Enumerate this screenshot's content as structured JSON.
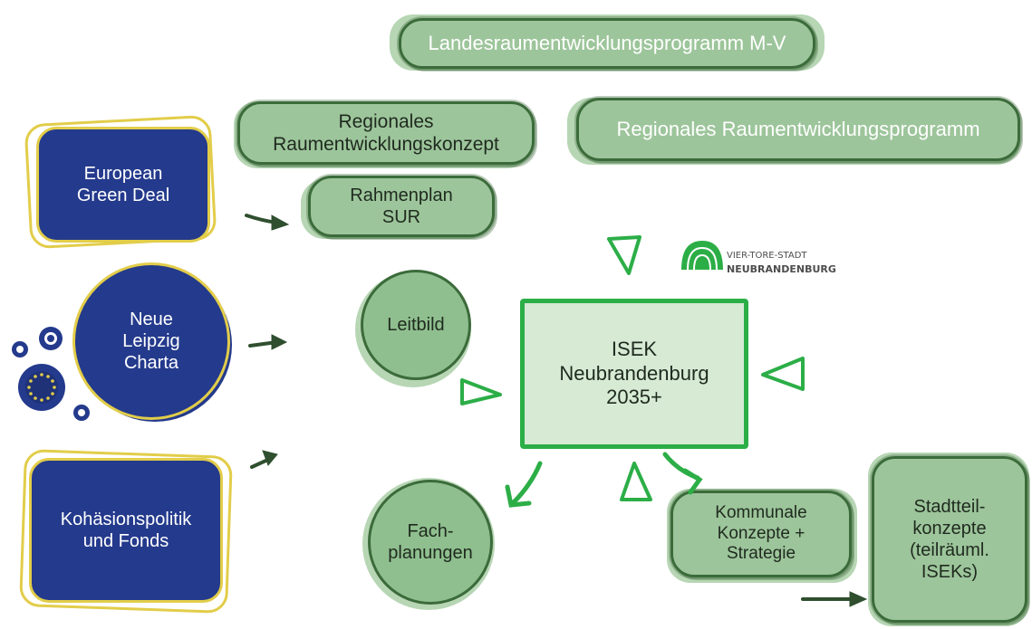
{
  "nodes": {
    "landes": "Landesraumentwicklungsprogramm M-V",
    "reg_konzept": "Regionales\nRaumentwicklungskonzept",
    "reg_programm": "Regionales Raumentwicklungsprogramm",
    "rahmenplan": "Rahmenplan\nSUR",
    "leitbild": "Leitbild",
    "isek": "ISEK\nNeubrandenburg\n2035+",
    "fachplanungen": "Fach-\nplanungen",
    "kommunale": "Kommunale\nKonzepte +\nStrategie",
    "stadtteil": "Stadtteil-\nkonzepte\n(teilräuml.\nISEKs)",
    "green_deal": "European\nGreen Deal",
    "leipzig": "Neue\nLeipzig\nCharta",
    "kohaesion": "Kohäsionspolitik\nund Fonds"
  },
  "logo": {
    "line1": "VIER-TORE-STADT",
    "line2": "NEUBRANDENBURG"
  },
  "colors": {
    "green_fill": "#9dc59b",
    "green_border": "#3b6b3a",
    "center_border": "#2cae47",
    "eu_blue": "#243a8c",
    "eu_yellow": "#e2cd4a",
    "arrow_dark": "#2f4f2f",
    "arrow_bright": "#2cae47"
  }
}
